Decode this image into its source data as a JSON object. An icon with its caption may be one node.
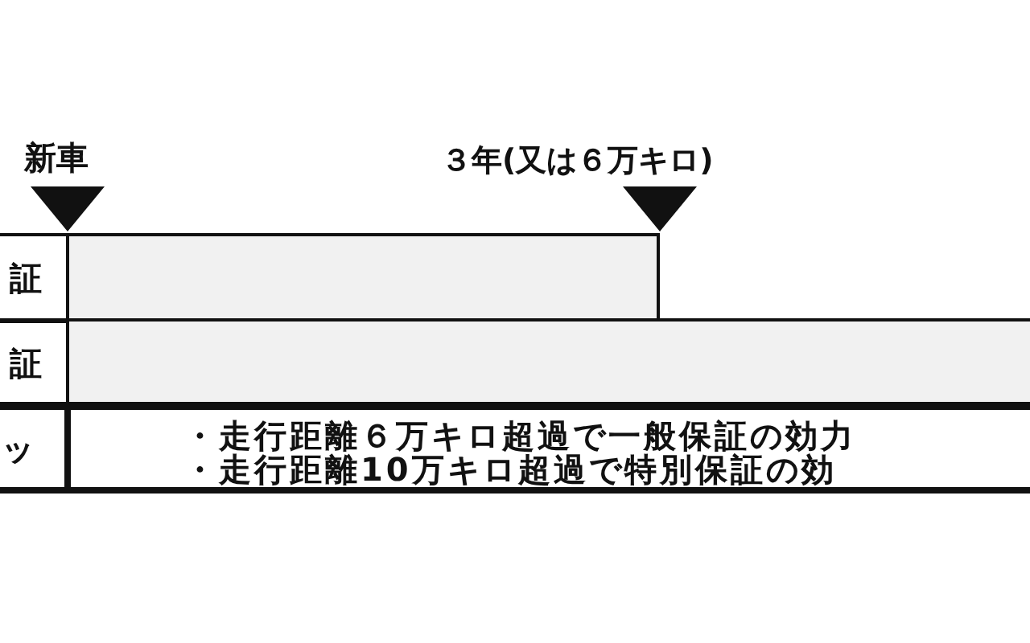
{
  "diagram": {
    "nodes": [
      {
        "text": [
          "証"
        ]
      },
      {
        "text": [],
        "shape": "bar"
      },
      {
        "text": [
          "証"
        ]
      },
      {
        "text": [],
        "shape": "bar"
      },
      {
        "text": [
          "ッ"
        ]
      },
      {
        "text": [
          "・走行距離６万キロ超過で一般保証の効力",
          "・走行距離10万キロ超過で特別保証の効"
        ]
      }
    ],
    "labels": [
      "新車",
      "３年(又は６万キロ)"
    ]
  }
}
